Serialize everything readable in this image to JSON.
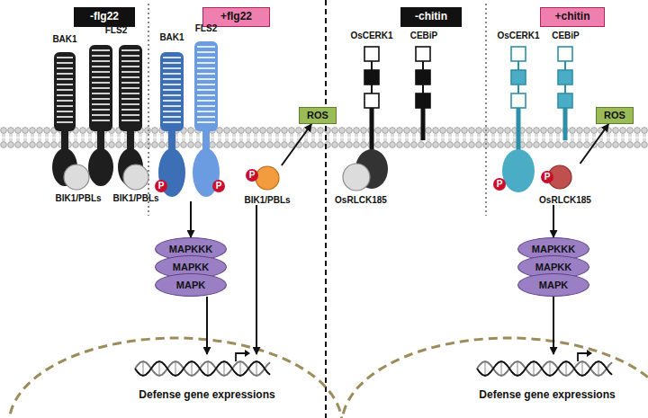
{
  "diagram": {
    "nodes": [
      {
        "text": [
          "-flg22"
        ]
      },
      {
        "text": [
          "+flg22"
        ]
      },
      {
        "text": [
          "-chitin"
        ]
      },
      {
        "text": [
          "+chitin"
        ]
      },
      {
        "text": [
          "BAK1"
        ]
      },
      {
        "text": [
          "FLS2"
        ]
      },
      {
        "text": [
          "BIK1/PBLs"
        ]
      },
      {
        "text": [
          "BIK1/PBLs"
        ]
      },
      {
        "text": [
          "BAK1"
        ]
      },
      {
        "text": [
          "FLS2"
        ]
      },
      {
        "text": [
          "ROS"
        ]
      },
      {
        "text": [
          "BIK1/PBLs"
        ]
      },
      {
        "text": [
          "MAPKKK"
        ]
      },
      {
        "text": [
          "MAPKK"
        ]
      },
      {
        "text": [
          "MAPK"
        ]
      },
      {
        "text": [
          "Defense gene expressions"
        ]
      },
      {
        "text": [
          "OsCERK1"
        ]
      },
      {
        "text": [
          "CEBiP"
        ]
      },
      {
        "text": [
          "OsRLCK185"
        ]
      },
      {
        "text": [
          "OsCERK1"
        ]
      },
      {
        "text": [
          "CEBiP"
        ]
      },
      {
        "text": [
          "ROS"
        ]
      },
      {
        "text": [
          "OsRLCK185"
        ]
      },
      {
        "text": [
          "MAPKKK"
        ]
      },
      {
        "text": [
          "MAPKK"
        ]
      },
      {
        "text": [
          "MAPK"
        ]
      },
      {
        "text": [
          "Defense gene expressions"
        ]
      }
    ],
    "edges": [
      {
        "from": 9,
        "to": 12,
        "arrow": "to"
      },
      {
        "from": 14,
        "to": 15,
        "arrow": "to"
      },
      {
        "from": 11,
        "to": 10,
        "arrow": "to"
      },
      {
        "from": 11,
        "to": 15,
        "arrow": "to"
      },
      {
        "from": 22,
        "to": 21,
        "arrow": "to"
      },
      {
        "from": 22,
        "to": 23,
        "arrow": "to"
      },
      {
        "from": 25,
        "to": 26,
        "arrow": "to"
      }
    ],
    "labels": [
      "P",
      "P",
      "P",
      "P",
      "P"
    ]
  }
}
